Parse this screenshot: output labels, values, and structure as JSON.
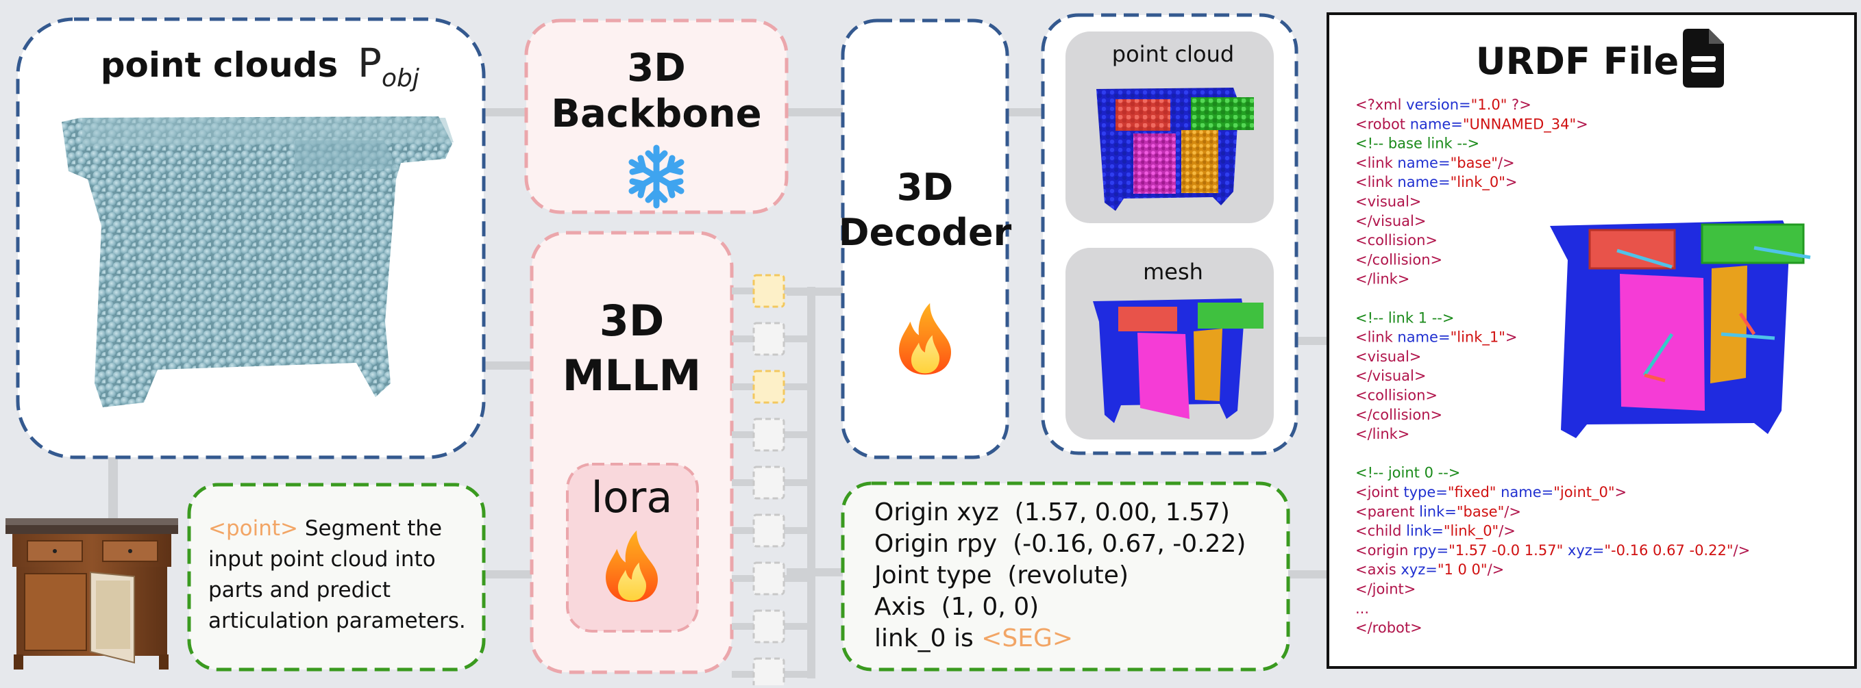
{
  "point_clouds": {
    "title": "point clouds",
    "symbol": "P",
    "subscript": "obj"
  },
  "backbone": {
    "line1": "3D",
    "line2": "Backbone"
  },
  "mllm": {
    "line1": "3D",
    "line2": "MLLM"
  },
  "lora": {
    "label": "lora"
  },
  "decoder": {
    "line1": "3D",
    "line2": "Decoder"
  },
  "outputs": {
    "point_cloud_label": "point cloud",
    "mesh_label": "mesh"
  },
  "prompt": {
    "tag": "<point>",
    "line1": " Segment the",
    "line2": "input point cloud into",
    "line3": "parts and predict",
    "line4": "articulation parameters."
  },
  "answer": {
    "line1": "Origin xyz  (1.57, 0.00, 1.57)",
    "line2": "Origin rpy  (-0.16, 0.67, -0.22)",
    "line3": "Joint type  (revolute)",
    "line4": "Axis  (1, 0, 0)",
    "line5_prefix": "link_0 is ",
    "line5_tag": "<SEG>"
  },
  "urdf": {
    "title": "URDF File",
    "lines": [
      [
        {
          "t": "<?xml ",
          "c": "#b0134a"
        },
        {
          "t": "version=",
          "c": "#2030d0"
        },
        {
          "t": "\"1.0\"",
          "c": "#d01010"
        },
        {
          "t": " ?>",
          "c": "#b0134a"
        }
      ],
      [
        {
          "t": "<robot ",
          "c": "#b0134a"
        },
        {
          "t": "name=",
          "c": "#2030d0"
        },
        {
          "t": "\"UNNAMED_34\"",
          "c": "#d01010"
        },
        {
          "t": ">",
          "c": "#b0134a"
        }
      ],
      [
        {
          "t": " <!-- base link -->",
          "c": "#1a8a1a"
        }
      ],
      [
        {
          "t": " <link ",
          "c": "#b0134a"
        },
        {
          "t": "name=",
          "c": "#2030d0"
        },
        {
          "t": "\"base\"",
          "c": "#d01010"
        },
        {
          "t": "/>",
          "c": "#b0134a"
        }
      ],
      [
        {
          "t": " <link ",
          "c": "#b0134a"
        },
        {
          "t": "name=",
          "c": "#2030d0"
        },
        {
          "t": "\"link_0\"",
          "c": "#d01010"
        },
        {
          "t": ">",
          "c": "#b0134a"
        }
      ],
      [
        {
          "t": "  <visual>",
          "c": "#b0134a"
        }
      ],
      [
        {
          "t": "  </visual>",
          "c": "#b0134a"
        }
      ],
      [
        {
          "t": "  <collision>",
          "c": "#b0134a"
        }
      ],
      [
        {
          "t": "  </collision>",
          "c": "#b0134a"
        }
      ],
      [
        {
          "t": " </link>",
          "c": "#b0134a"
        }
      ],
      [
        {
          "t": "",
          "c": "#000"
        }
      ],
      [
        {
          "t": " <!-- link 1 -->",
          "c": "#1a8a1a"
        }
      ],
      [
        {
          "t": " <link ",
          "c": "#b0134a"
        },
        {
          "t": "name=",
          "c": "#2030d0"
        },
        {
          "t": "\"link_1\"",
          "c": "#d01010"
        },
        {
          "t": ">",
          "c": "#b0134a"
        }
      ],
      [
        {
          "t": "  <visual>",
          "c": "#b0134a"
        }
      ],
      [
        {
          "t": "  </visual>",
          "c": "#b0134a"
        }
      ],
      [
        {
          "t": "  <collision>",
          "c": "#b0134a"
        }
      ],
      [
        {
          "t": "  </collision>",
          "c": "#b0134a"
        }
      ],
      [
        {
          "t": " </link>",
          "c": "#b0134a"
        }
      ],
      [
        {
          "t": "",
          "c": "#000"
        }
      ],
      [
        {
          "t": " <!-- joint 0 -->",
          "c": "#1a8a1a"
        }
      ],
      [
        {
          "t": " <joint ",
          "c": "#b0134a"
        },
        {
          "t": "type=",
          "c": "#2030d0"
        },
        {
          "t": "\"fixed\"",
          "c": "#d01010"
        },
        {
          "t": " name=",
          "c": "#2030d0"
        },
        {
          "t": "\"joint_0\"",
          "c": "#d01010"
        },
        {
          "t": ">",
          "c": "#b0134a"
        }
      ],
      [
        {
          "t": "  <parent ",
          "c": "#b0134a"
        },
        {
          "t": "link=",
          "c": "#2030d0"
        },
        {
          "t": "\"base\"",
          "c": "#d01010"
        },
        {
          "t": "/>",
          "c": "#b0134a"
        }
      ],
      [
        {
          "t": "  <child ",
          "c": "#b0134a"
        },
        {
          "t": "link=",
          "c": "#2030d0"
        },
        {
          "t": "\"link_0\"",
          "c": "#d01010"
        },
        {
          "t": "/>",
          "c": "#b0134a"
        }
      ],
      [
        {
          "t": "  <origin ",
          "c": "#b0134a"
        },
        {
          "t": "rpy=",
          "c": "#2030d0"
        },
        {
          "t": "\"1.57 -0.0 1.57\"",
          "c": "#d01010"
        },
        {
          "t": " xyz=",
          "c": "#2030d0"
        },
        {
          "t": "\"-0.16 0.67 -0.22\"",
          "c": "#d01010"
        },
        {
          "t": "/>",
          "c": "#b0134a"
        }
      ],
      [
        {
          "t": "  <axis ",
          "c": "#b0134a"
        },
        {
          "t": "xyz=",
          "c": "#2030d0"
        },
        {
          "t": "\"1 0 0\"",
          "c": "#d01010"
        },
        {
          "t": "/>",
          "c": "#b0134a"
        }
      ],
      [
        {
          "t": " </joint>",
          "c": "#b0134a"
        }
      ],
      [
        {
          "t": " ...",
          "c": "#b0134a"
        }
      ],
      [
        {
          "t": "</robot>",
          "c": "#b0134a"
        }
      ]
    ]
  },
  "colors": {
    "blue_dash": "#34598f",
    "pink_dash": "#eba6ab",
    "green_dash": "#3a9a1f",
    "connector": "#cfd1d4",
    "token_yellow": "#f3c85e",
    "token_gray": "#c8c8c8",
    "seg_tag": "#f2a565",
    "red_part": "#e8534a",
    "green_part": "#3fc13f",
    "magenta_part": "#f53cd6",
    "orange_part": "#e8a11c",
    "blue_body": "#1f2be0"
  },
  "tokens": [
    "yellow",
    "gray",
    "yellow",
    "gray",
    "gray",
    "gray",
    "gray",
    "gray",
    "gray"
  ]
}
